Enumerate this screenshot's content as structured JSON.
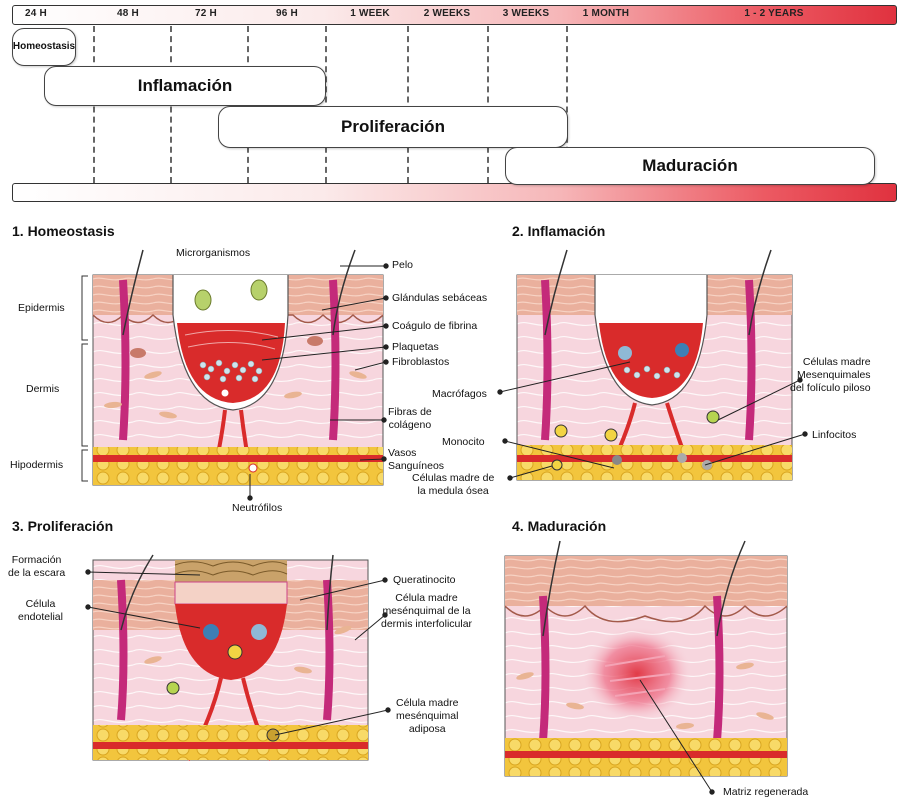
{
  "timeline": {
    "ticks": [
      "24 H",
      "48 H",
      "72 H",
      "96 H",
      "1 WEEK",
      "2 WEEKS",
      "3 WEEKS",
      "1 MONTH",
      "1 - 2 YEARS"
    ],
    "phases": [
      "Homeostasis",
      "Inflamación",
      "Proliferación",
      "Maduración"
    ],
    "gradient_colors": [
      "#ffffff",
      "#f6b6b8",
      "#e0323f"
    ]
  },
  "panels": {
    "homeostasis": {
      "title": "1. Homeostasis",
      "layers": [
        "Epidermis",
        "Dermis",
        "Hipodermis"
      ],
      "labels": {
        "microorganismos": "Microrganismos",
        "pelo": "Pelo",
        "glandulas": "Glándulas sebáceas",
        "coagulo": "Coágulo de fibrina",
        "plaquetas": "Plaquetas",
        "fibroblastos": "Fibroblastos",
        "fibras": [
          "Fibras de",
          "colágeno"
        ],
        "vasos": [
          "Vasos",
          "Sanguíneos"
        ],
        "neutrofilos": "Neutrófilos"
      }
    },
    "inflamacion": {
      "title": "2. Inflamación",
      "labels": {
        "msc_foliculo": [
          "Células madre",
          "Mesenquimales",
          "del folículo piloso"
        ],
        "macrofagos": "Macrófagos",
        "monocito": "Monocito",
        "linfocitos": "Linfocitos",
        "medula": [
          "Células madre de",
          "la medula ósea"
        ]
      }
    },
    "proliferacion": {
      "title": "3. Proliferación",
      "labels": {
        "escara": [
          "Formación",
          "de la escara"
        ],
        "endotelial": [
          "Célula",
          "endotelial"
        ],
        "queratinocito": "Queratinocito",
        "msc_dermis": [
          "Célula madre",
          "mesénquimal de la",
          "dermis interfolicular"
        ],
        "msc_adiposa": [
          "Célula madre",
          "mesénquimal",
          "adiposa"
        ]
      }
    },
    "maduracion": {
      "title": "4. Maduración",
      "labels": {
        "matriz": "Matriz regenerada"
      }
    }
  },
  "colors": {
    "skin": "#f7d6de",
    "epidermis": "#e9a58f",
    "blood": "#d92b2b",
    "fat": "#f4c842",
    "accent": "#e0323f"
  }
}
